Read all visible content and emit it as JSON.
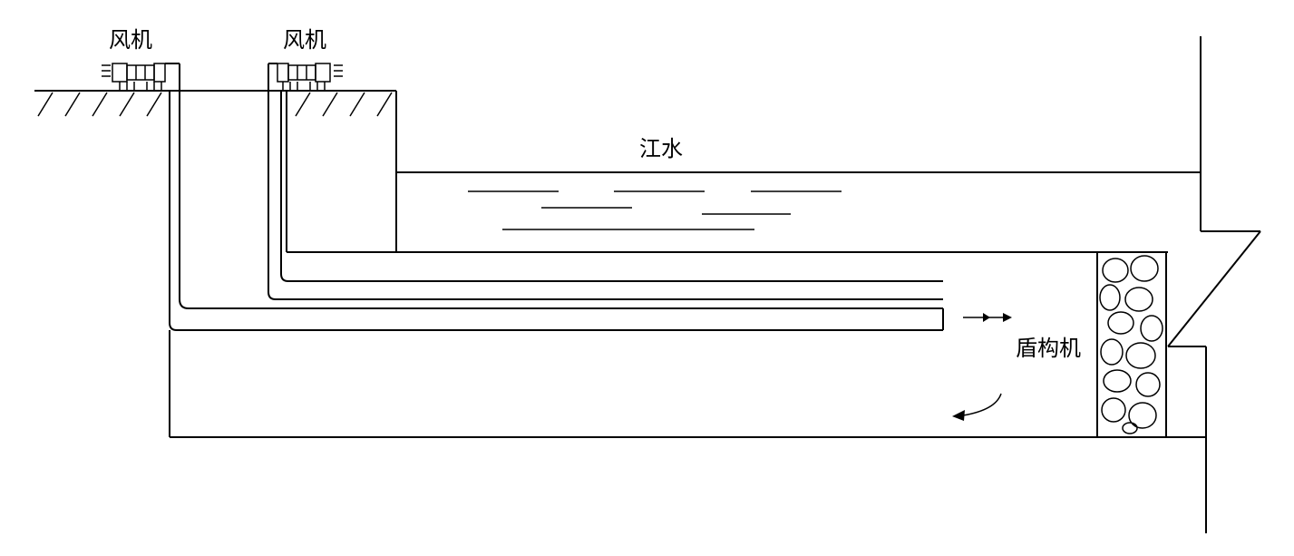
{
  "labels": {
    "fan_left": "风机",
    "fan_right": "风机",
    "river": "江水",
    "shield": "盾构机"
  },
  "colors": {
    "line": "#000000",
    "background": "#ffffff"
  }
}
